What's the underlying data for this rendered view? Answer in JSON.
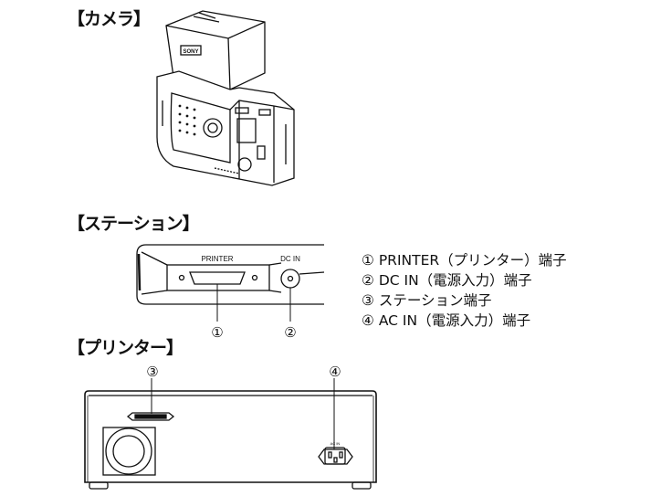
{
  "sections": {
    "camera": "【カメラ】",
    "station": "【ステーション】",
    "printer": "【プリンター】"
  },
  "camera_diagram": {
    "brand_logo": "SONY"
  },
  "station_diagram": {
    "printer_port_label": "PRINTER",
    "dc_in_label": "DC IN",
    "callout_1": "①",
    "callout_2": "②"
  },
  "printer_diagram": {
    "callout_3": "③",
    "callout_4": "④",
    "ac_in_label": "AC IN"
  },
  "legend": [
    "① PRINTER（プリンター）端子",
    "② DC IN（電源入力）端子",
    "③ ステーション端子",
    "④ AC IN（電源入力）端子"
  ]
}
